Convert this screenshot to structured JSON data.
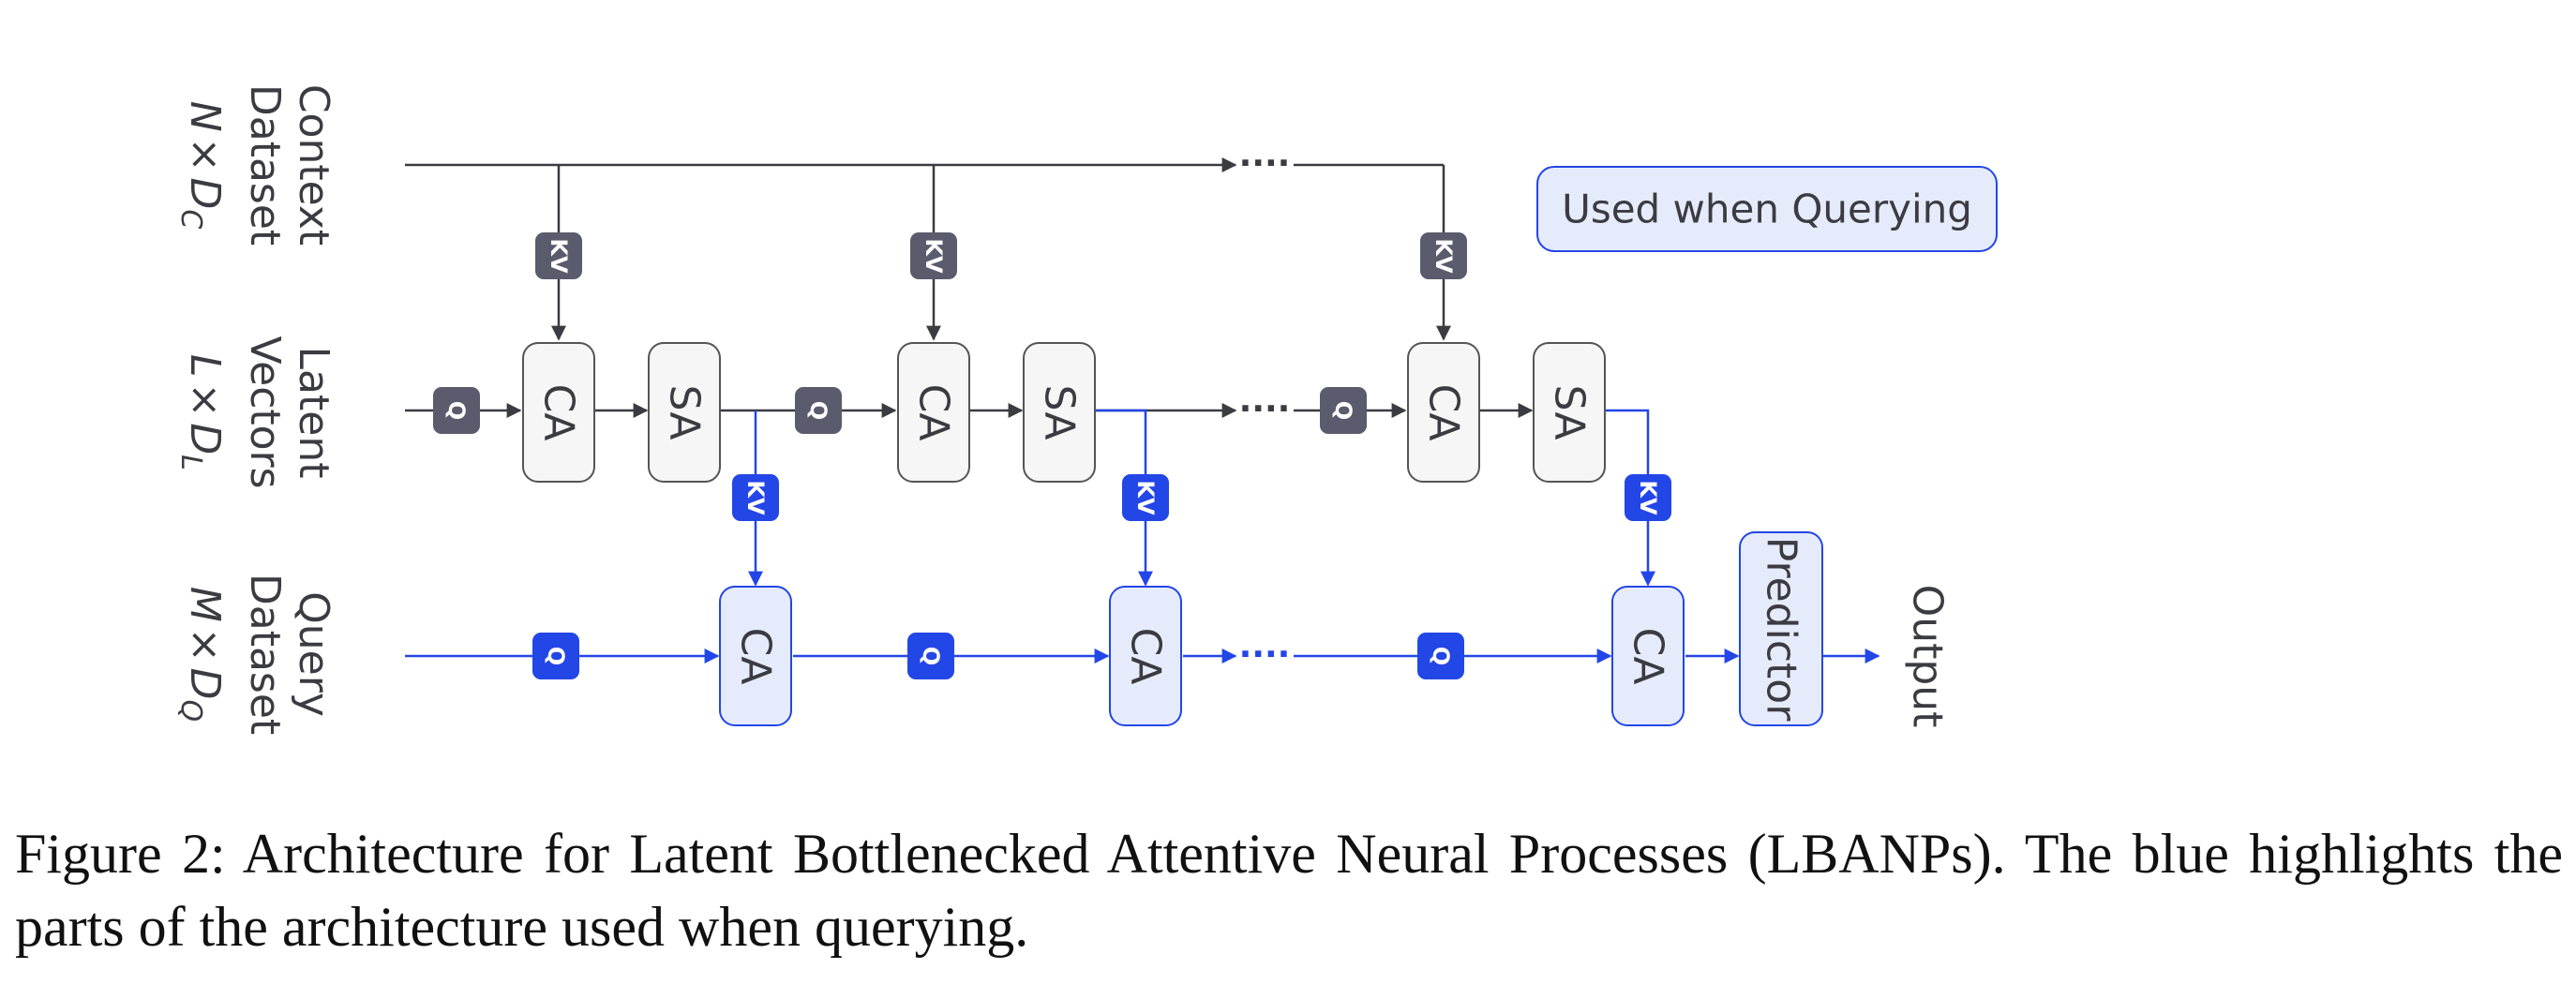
{
  "rows": {
    "context": {
      "line1": "Context",
      "line2": "Dataset",
      "dim_var": "N",
      "times": "×",
      "dim_base": "D",
      "dim_sub": "C"
    },
    "latent": {
      "line1": "Latent",
      "line2": "Vectors",
      "dim_var": "L",
      "times": "×",
      "dim_base": "D",
      "dim_sub": "L"
    },
    "query": {
      "line1": "Query",
      "line2": "Dataset",
      "dim_var": "M",
      "times": "×",
      "dim_base": "D",
      "dim_sub": "Q"
    }
  },
  "blocks": {
    "ca": "CA",
    "sa": "SA",
    "predictor": "Predictor"
  },
  "badges": {
    "kv": "KV",
    "q": "Q"
  },
  "ellipsis": "····",
  "output_label": "Output",
  "legend": {
    "label": "Used when Querying"
  },
  "caption": {
    "text": "Figure 2:  Architecture for Latent Bottlenecked Attentive Neural Processes (LBANPs).  The blue highlights the parts of the architecture used when querying."
  },
  "colors": {
    "dark": "#3b3b42",
    "badge_dark": "#5b5b6e",
    "blue": "#2346e6",
    "blue_fill": "#e6ebfb",
    "gray_fill": "#f6f6f6",
    "gray_stroke": "#555555"
  }
}
